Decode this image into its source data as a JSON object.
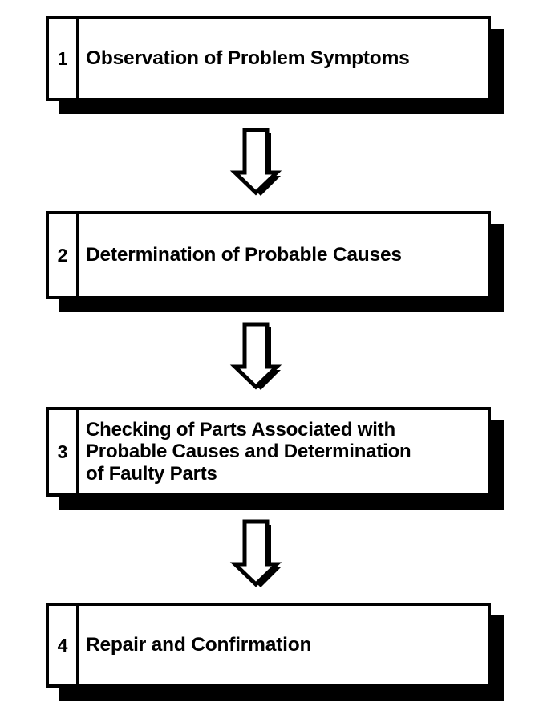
{
  "diagram": {
    "type": "flowchart",
    "orientation": "vertical",
    "title": "",
    "colors": {
      "outline": "#000000",
      "fill": "#ffffff",
      "shadow": "#000000",
      "text": "#000000"
    },
    "steps": [
      {
        "number": "1",
        "label": "Observation of Problem Symptoms"
      },
      {
        "number": "2",
        "label": "Determination of Probable Causes"
      },
      {
        "number": "3",
        "label": "Checking of Parts Associated with\nProbable Causes and Determination\nof Faulty Parts"
      },
      {
        "number": "4",
        "label": "Repair and Confirmation"
      }
    ],
    "connectors": [
      {
        "from": "1",
        "to": "2",
        "shape": "down-arrow"
      },
      {
        "from": "2",
        "to": "3",
        "shape": "down-arrow"
      },
      {
        "from": "3",
        "to": "4",
        "shape": "down-arrow"
      }
    ]
  }
}
